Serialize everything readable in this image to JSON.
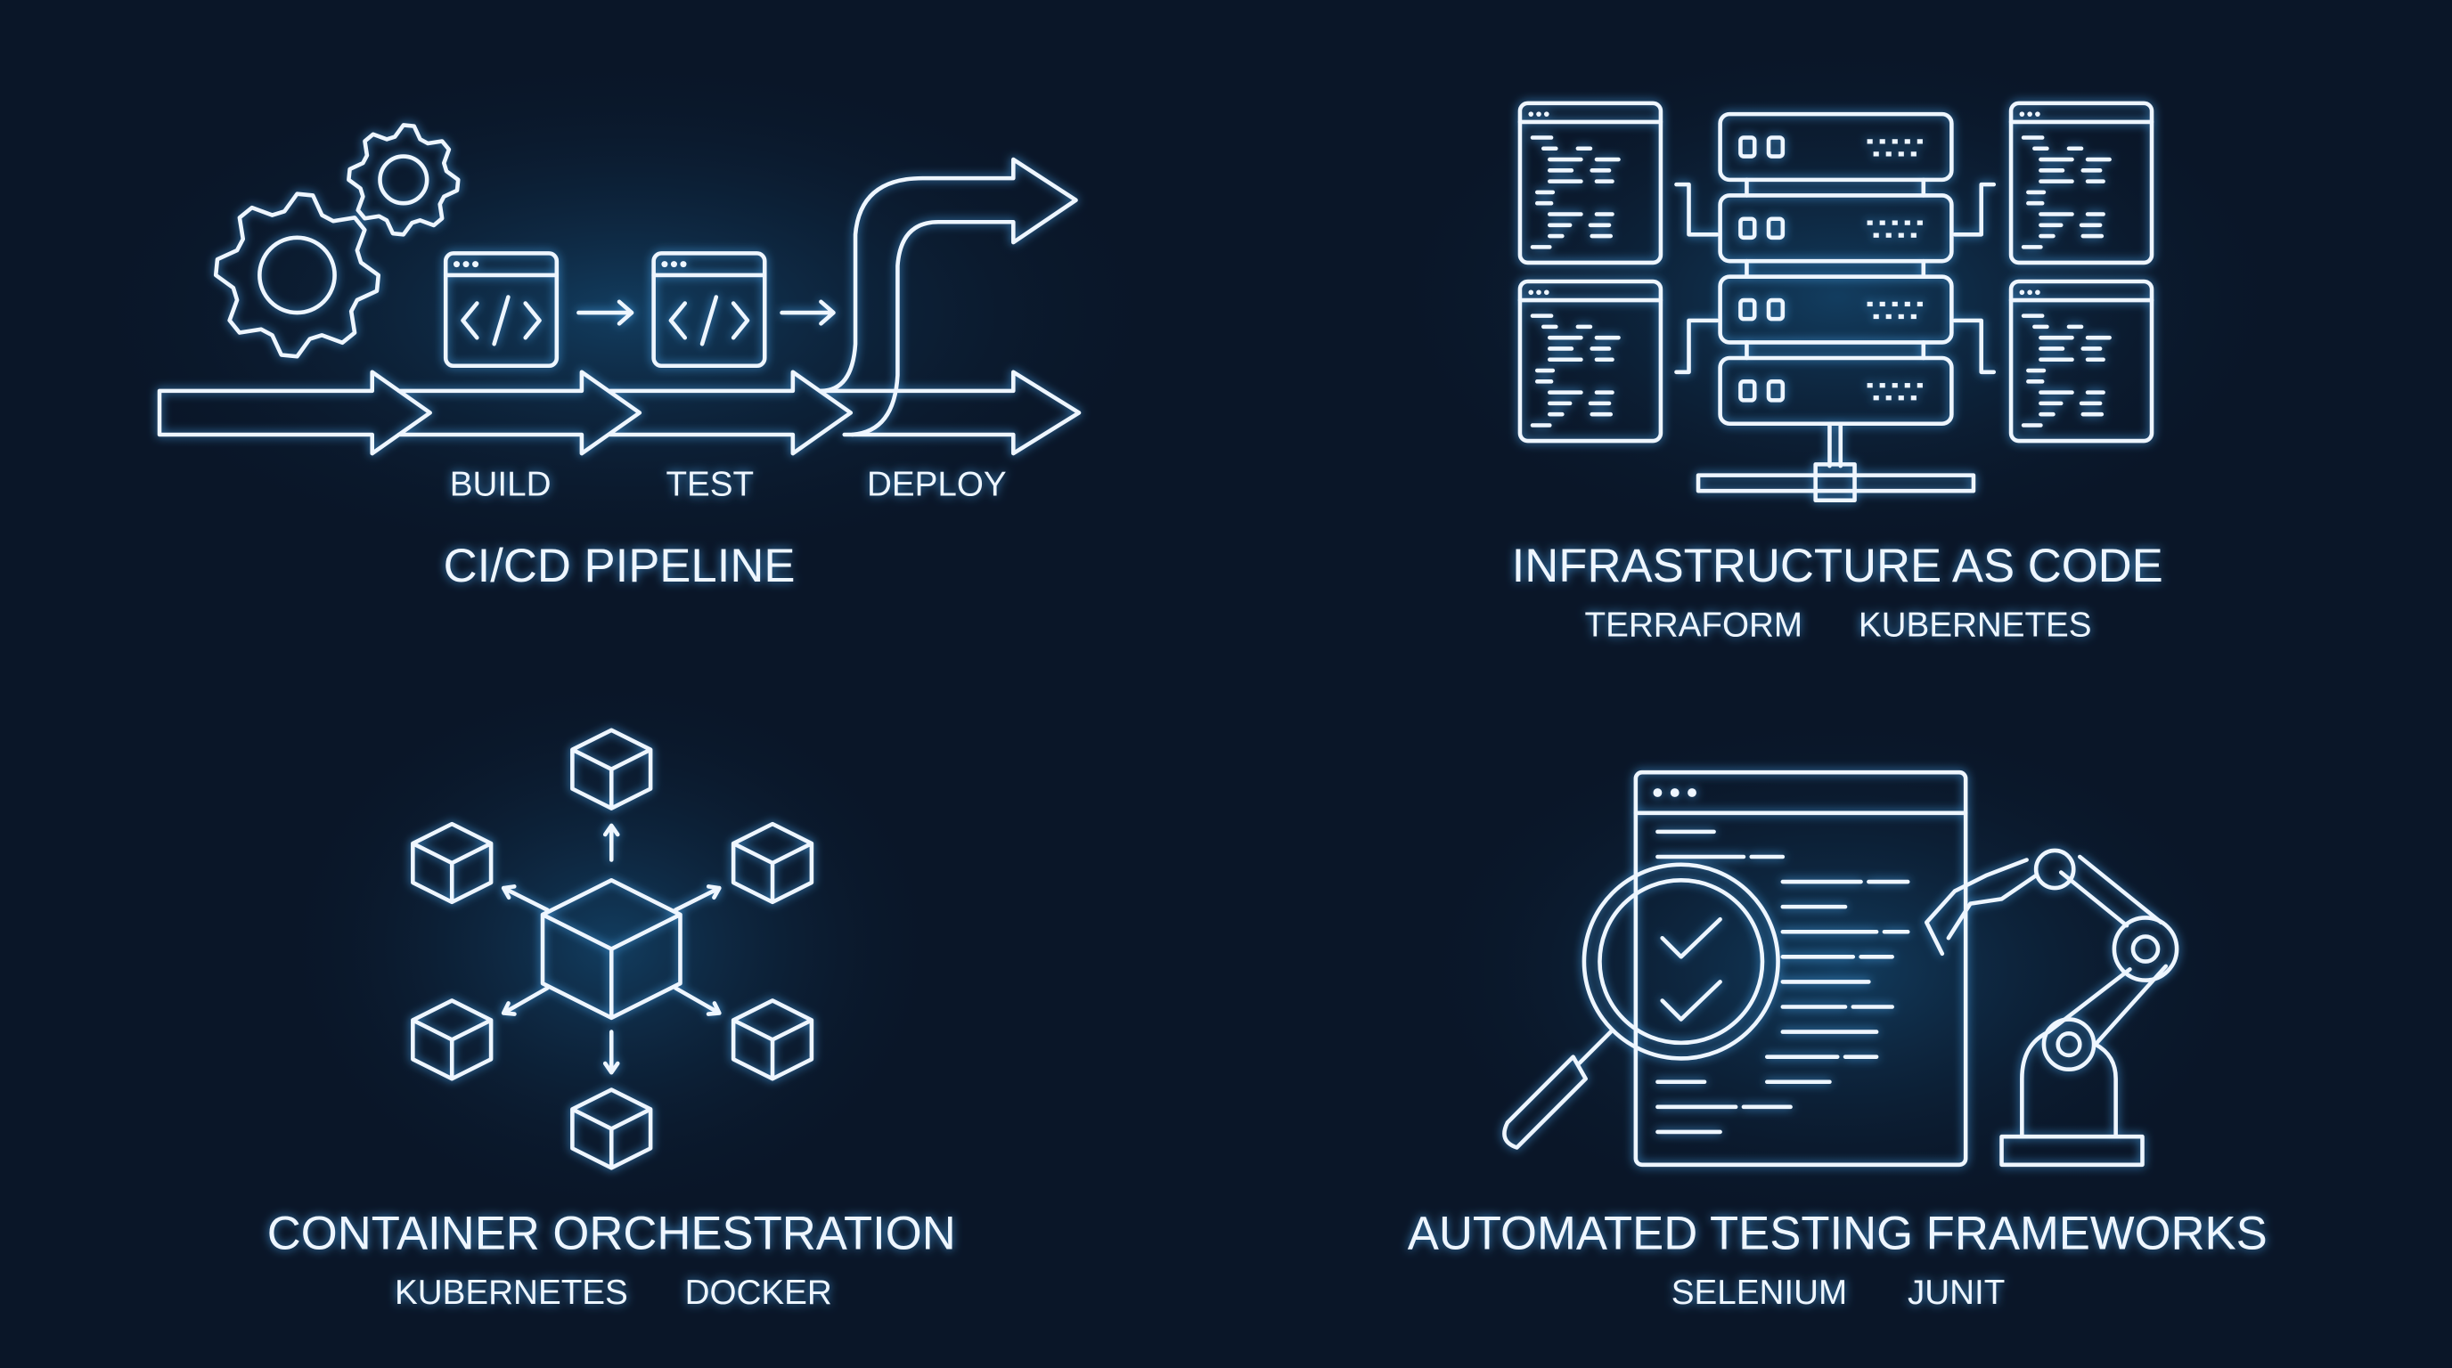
{
  "colors": {
    "background": "#0a1628",
    "glow": "#154a72",
    "stroke": "#eef6ff"
  },
  "cicd": {
    "title": "CI/CD PIPELINE",
    "stages": [
      "BUILD",
      "TEST",
      "DEPLOY"
    ],
    "icons": [
      "gear-icon",
      "code-window-icon",
      "arrow-icon"
    ]
  },
  "iac": {
    "title": "INFRASTRUCTURE AS CODE",
    "tools": [
      "TERRAFORM",
      "KUBERNETES"
    ],
    "icons": [
      "server-rack-icon",
      "code-window-icon",
      "network-icon"
    ]
  },
  "containers": {
    "title": "CONTAINER ORCHESTRATION",
    "tools": [
      "KUBERNETES",
      "DOCKER"
    ],
    "icons": [
      "cube-icon",
      "arrow-icon"
    ]
  },
  "testing": {
    "title": "AUTOMATED TESTING FRAMEWORKS",
    "tools": [
      "SELENIUM",
      "JUNIT"
    ],
    "icons": [
      "magnifier-icon",
      "checkmark-icon",
      "robot-arm-icon",
      "document-icon"
    ]
  }
}
